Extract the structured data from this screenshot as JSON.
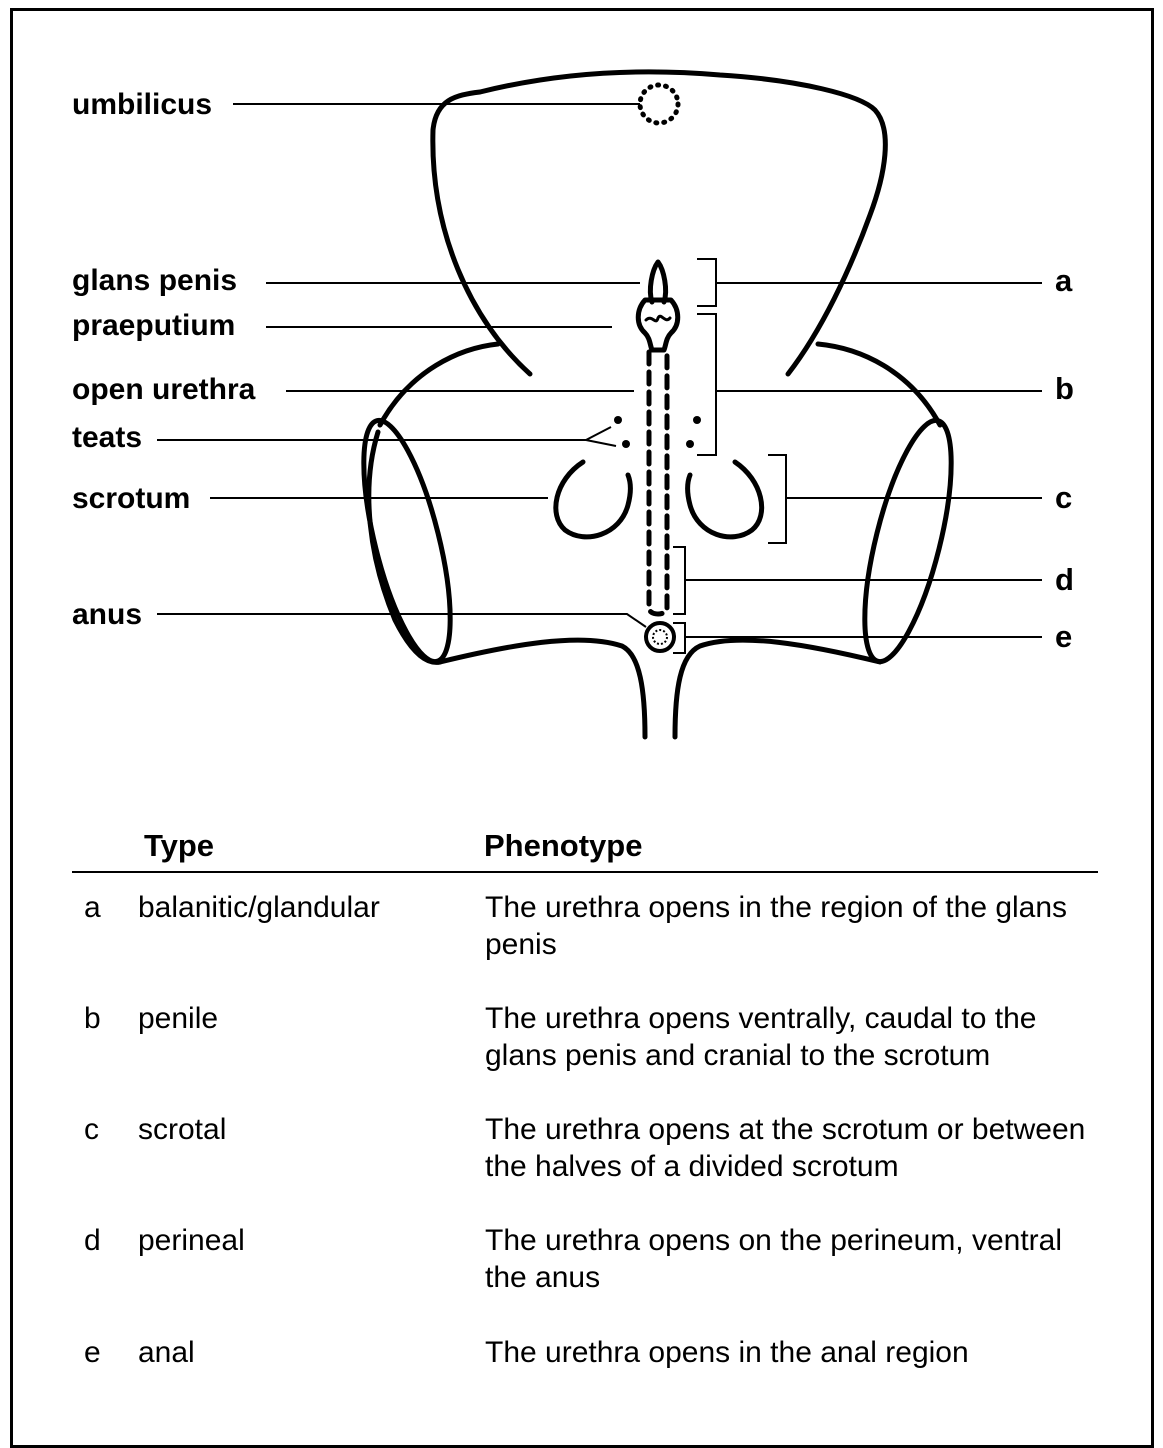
{
  "labels": {
    "umbilicus": "umbilicus",
    "glans_penis": "glans penis",
    "praeputium": "praeputium",
    "open_urethra": "open urethra",
    "teats": "teats",
    "scrotum": "scrotum",
    "anus": "anus"
  },
  "type_keys": [
    "a",
    "b",
    "c",
    "d",
    "e"
  ],
  "table": {
    "headers": {
      "type": "Type",
      "phenotype": "Phenotype"
    },
    "rows": [
      {
        "key": "a",
        "type": "balanitic/glandular",
        "phenotype": "The urethra opens in the region of the glans penis"
      },
      {
        "key": "b",
        "type": "penile",
        "phenotype": "The urethra opens ventrally, caudal to the glans penis and cranial to the scrotum"
      },
      {
        "key": "c",
        "type": "scrotal",
        "phenotype": "The urethra opens at the scrotum or between the halves of a divided scrotum"
      },
      {
        "key": "d",
        "type": "perineal",
        "phenotype": "The urethra opens on the perineum, ventral the anus"
      },
      {
        "key": "e",
        "type": "anal",
        "phenotype": "The urethra opens in the anal region"
      }
    ]
  }
}
